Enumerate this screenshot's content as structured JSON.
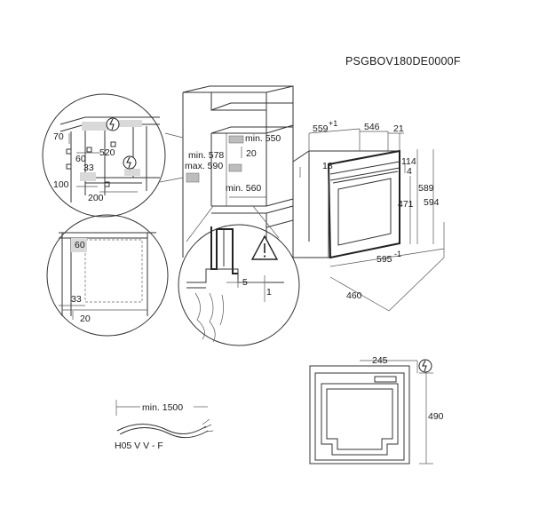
{
  "model_code": "PSGBOV180DE0000F",
  "cabinet": {
    "labels": {
      "min550": "min. 550",
      "min578": "min. 578",
      "max590": "max. 590",
      "d20": "20",
      "min560": "min. 560"
    }
  },
  "oven": {
    "labels": {
      "d559": "559",
      "d559_sup": "+1",
      "d546": "546",
      "d21": "21",
      "d18": "18",
      "d114": "114",
      "d4": "4",
      "d471": "471",
      "d589": "589",
      "d594": "594",
      "d595": "595",
      "d595_sup": "-1",
      "d460": "460"
    }
  },
  "detail_top": {
    "labels": {
      "d70": "70",
      "d60": "60",
      "d520": "520",
      "d33": "33",
      "d100": "100",
      "d200": "200"
    }
  },
  "detail_left": {
    "labels": {
      "d60": "60",
      "d33": "33",
      "d20": "20"
    }
  },
  "detail_right": {
    "labels": {
      "d5": "5",
      "d1": "1"
    }
  },
  "cable": {
    "length": "min. 1500",
    "type": "H05 V V - F"
  },
  "rear_view": {
    "labels": {
      "d245": "245",
      "d490": "490"
    }
  },
  "icons": [
    "power-plug-icon",
    "warning-triangle-icon"
  ]
}
